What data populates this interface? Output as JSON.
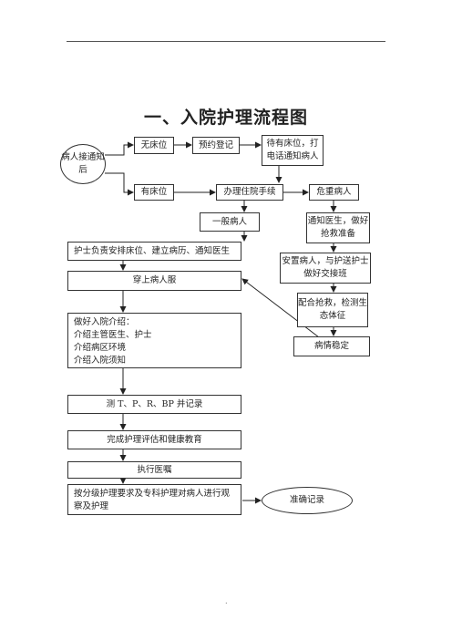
{
  "title": "一、入院护理流程图",
  "nodes": {
    "patient_notified": "病人接通知后",
    "no_bed": "无床位",
    "reservation": "预约登记",
    "wait_bed": "待有床位，打电话通知病人",
    "has_bed": "有床位",
    "admission": "办理住院手续",
    "critical": "危重病人",
    "general": "一般病人",
    "notify_doctor": "通知医生，做好抢救准备",
    "nurse_arrange": "护士负责安排床位、建立病历、通知医生",
    "place_patient": "安置病人，与护送护士做好交接班",
    "wear_clothes": "穿上病人服",
    "rescue": "配合抢救，检测生态体征",
    "intro_lines": [
      "做好入院介绍：",
      "介绍主管医生、护士",
      "介绍病区环境",
      "介绍入院须知"
    ],
    "stable": "病情稳定",
    "measure": "测 T、P、R、BP 并记录",
    "assessment": "完成护理评估和健康教育",
    "orders": "执行医嘱",
    "grade_care": "按分级护理要求及专科护理对病人进行观察及护理",
    "record": "准确记录"
  },
  "footer": "."
}
